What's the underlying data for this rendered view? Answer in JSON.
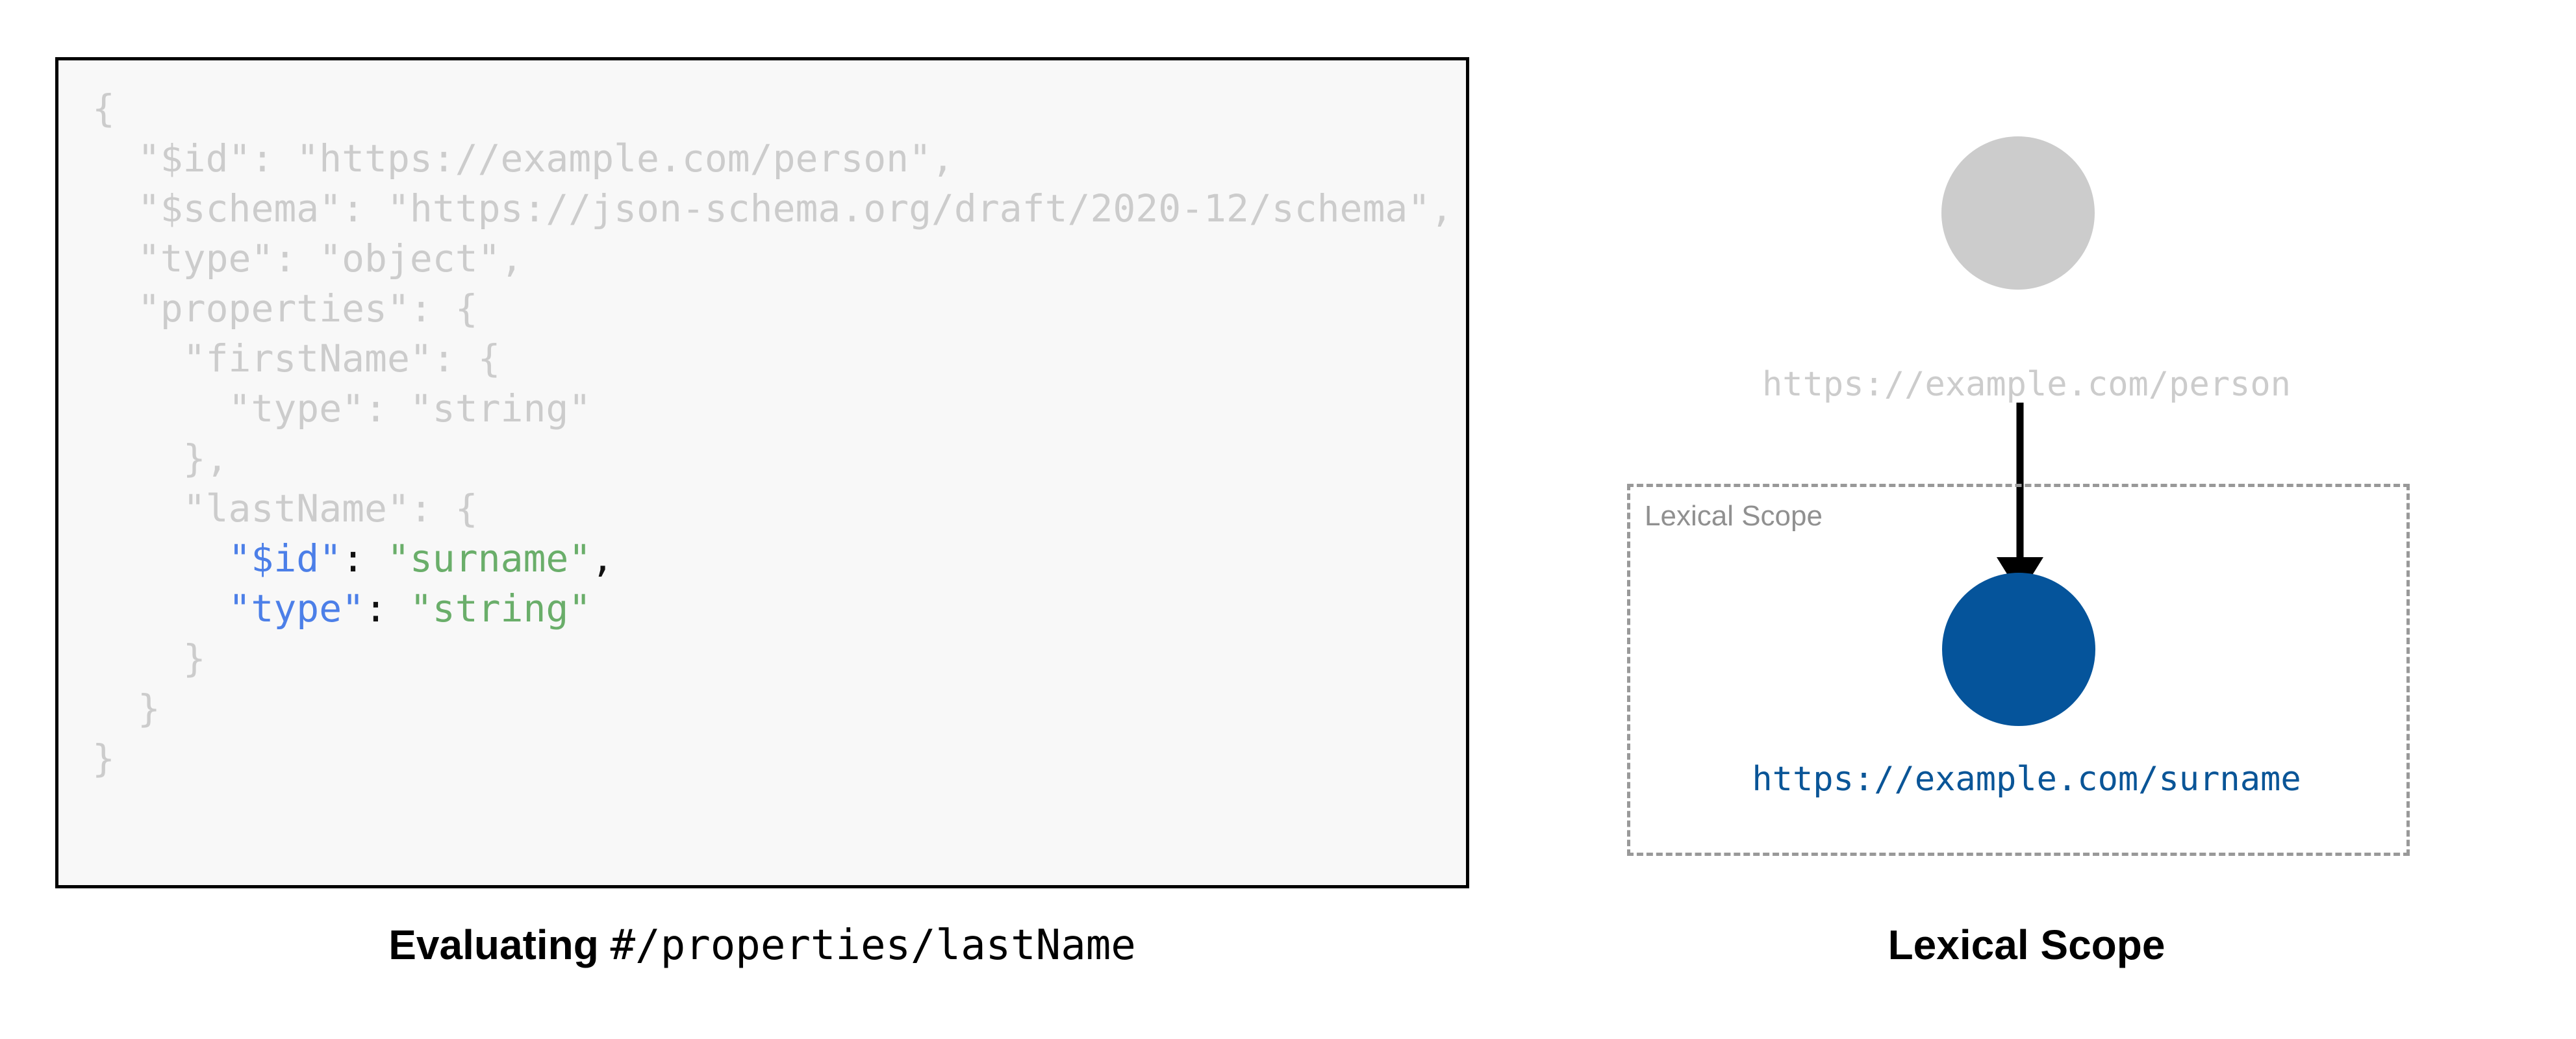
{
  "code_panel": {
    "lines": [
      {
        "indent": 0,
        "tokens": [
          {
            "t": "{",
            "c": "dim"
          }
        ]
      },
      {
        "indent": 1,
        "tokens": [
          {
            "t": "\"$id\": \"https://example.com/person\",",
            "c": "dim"
          }
        ]
      },
      {
        "indent": 1,
        "tokens": [
          {
            "t": "\"$schema\": \"https://json-schema.org/draft/2020-12/schema\",",
            "c": "dim"
          }
        ]
      },
      {
        "indent": 1,
        "tokens": [
          {
            "t": "\"type\": \"object\",",
            "c": "dim"
          }
        ]
      },
      {
        "indent": 1,
        "tokens": [
          {
            "t": "\"properties\": {",
            "c": "dim"
          }
        ]
      },
      {
        "indent": 2,
        "tokens": [
          {
            "t": "\"firstName\": {",
            "c": "dim"
          }
        ]
      },
      {
        "indent": 3,
        "tokens": [
          {
            "t": "\"type\": \"string\"",
            "c": "dim"
          }
        ]
      },
      {
        "indent": 2,
        "tokens": [
          {
            "t": "},",
            "c": "dim"
          }
        ]
      },
      {
        "indent": 2,
        "tokens": [
          {
            "t": "\"lastName\": {",
            "c": "dim"
          }
        ]
      },
      {
        "indent": 3,
        "tokens": [
          {
            "t": "\"$id\"",
            "c": "key"
          },
          {
            "t": ": ",
            "c": "pun"
          },
          {
            "t": "\"surname\"",
            "c": "str"
          },
          {
            "t": ",",
            "c": "pun"
          }
        ]
      },
      {
        "indent": 3,
        "tokens": [
          {
            "t": "\"type\"",
            "c": "key"
          },
          {
            "t": ": ",
            "c": "pun"
          },
          {
            "t": "\"string\"",
            "c": "str"
          }
        ]
      },
      {
        "indent": 2,
        "tokens": [
          {
            "t": "}",
            "c": "dim"
          }
        ]
      },
      {
        "indent": 1,
        "tokens": [
          {
            "t": "}",
            "c": "dim"
          }
        ]
      },
      {
        "indent": 0,
        "tokens": [
          {
            "t": "}",
            "c": "dim"
          }
        ]
      }
    ]
  },
  "caption_left": {
    "bold_text": "Evaluating",
    "mono_text": "#/properties/lastName"
  },
  "diagram": {
    "parent_node_label": "https://example.com/person",
    "scope_box_label": "Lexical Scope",
    "child_node_label": "https://example.com/surname",
    "arrow_label": ""
  },
  "caption_right": {
    "bold_text": "Lexical Scope"
  },
  "colors": {
    "panel_background": "#f8f8f8",
    "panel_border": "#000000",
    "code_dim": "#cccccc",
    "code_key": "#4c7fe8",
    "code_string": "#6aae6a",
    "code_punctuation": "#111111",
    "parent_node": "#cccccc",
    "child_node": "#05549b",
    "child_label": "#0a5597",
    "scope_border": "#999999",
    "scope_label": "#909090",
    "arrow": "#000000"
  }
}
